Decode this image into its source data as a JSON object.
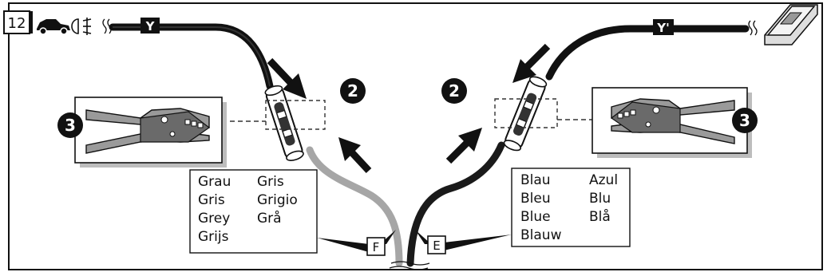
{
  "step_number": "12",
  "connectors": {
    "left_label": "Y",
    "right_label": "Y'"
  },
  "callouts": {
    "step_2": "2",
    "step_3": "3"
  },
  "wires": {
    "gray_tag": "F",
    "black_tag": "E",
    "gray_color": "#a6a6a6",
    "black_color": "#1a1a1a"
  },
  "gray_color_names": {
    "col1": [
      "Grau",
      "Gris",
      "Grey",
      "Grijs"
    ],
    "col2": [
      "Gris",
      "Grigio",
      "Grå"
    ]
  },
  "blue_color_names": {
    "col1": [
      "Blau",
      "Bleu",
      "Blue",
      "Blauw"
    ],
    "col2": [
      "Azul",
      "Blu",
      "Blå"
    ]
  },
  "icons": [
    "car-icon",
    "headlight-icon",
    "switch-icon",
    "crimping-tool-icon"
  ]
}
